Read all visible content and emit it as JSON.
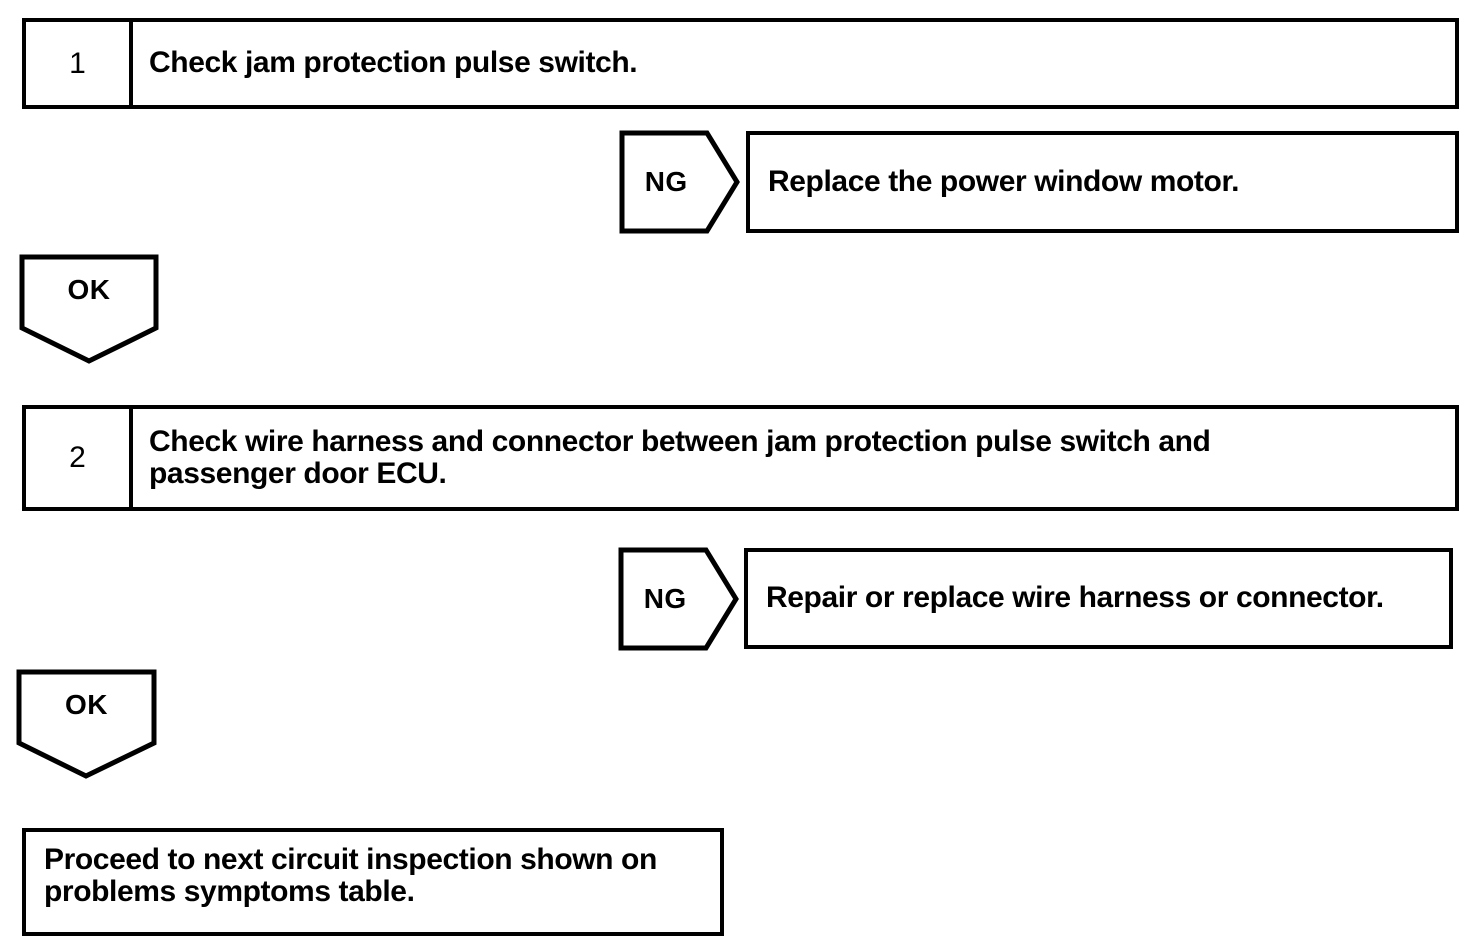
{
  "document": {
    "type": "troubleshooting-flowchart",
    "stroke_color": "#000000",
    "background_color": "#ffffff"
  },
  "steps": [
    {
      "number": "1",
      "text_lines": [
        "Check jam protection pulse switch."
      ]
    },
    {
      "number": "2",
      "text_lines": [
        "Check wire harness and connector between jam protection pulse switch and",
        "passenger door ECU."
      ]
    }
  ],
  "branches": [
    {
      "label": "NG",
      "result_lines": [
        "Replace the power window motor."
      ]
    },
    {
      "label": "NG",
      "result_lines": [
        "Repair or replace wire harness or connector."
      ]
    }
  ],
  "connectors": [
    {
      "label": "OK"
    },
    {
      "label": "OK"
    }
  ],
  "final": {
    "text_lines": [
      "Proceed to next circuit inspection shown on",
      "problems symptoms table."
    ]
  }
}
